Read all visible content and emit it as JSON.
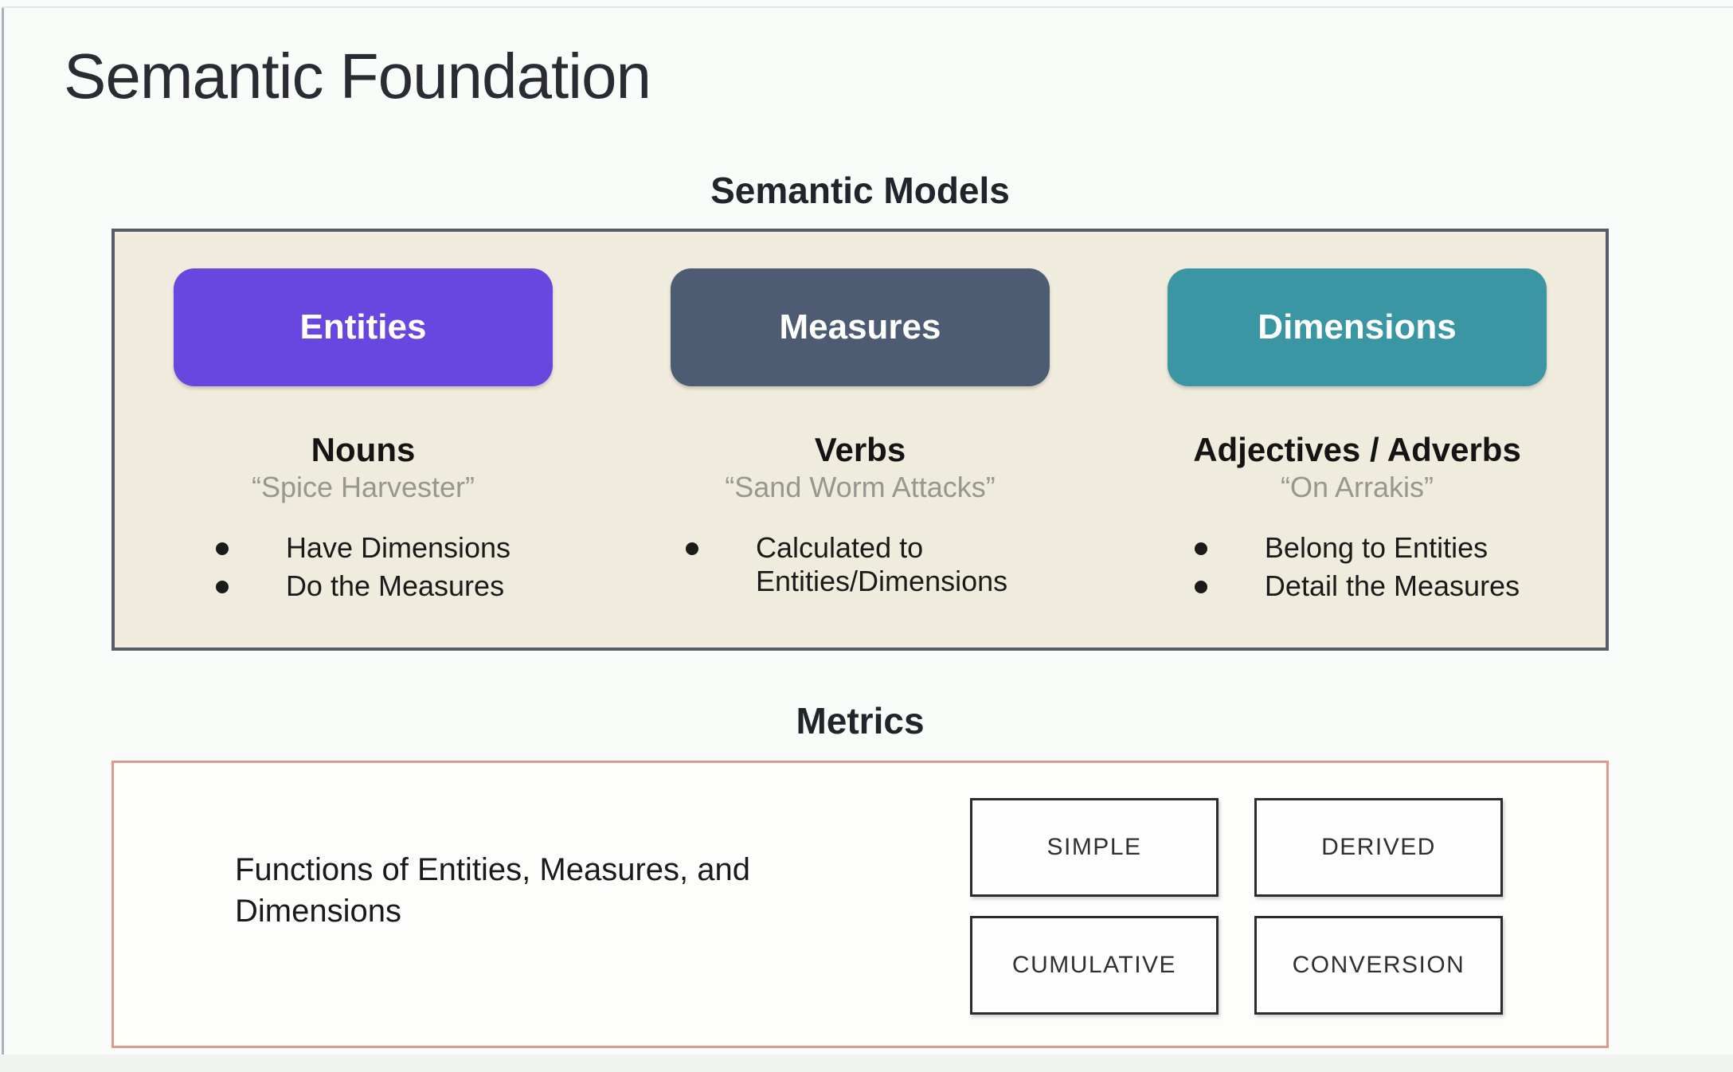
{
  "title": "Semantic Foundation",
  "semantic_models": {
    "heading": "Semantic Models",
    "entities": {
      "label": "Entities",
      "color": "#6847e0",
      "role": "Nouns",
      "example": "“Spice Harvester”",
      "bullet1": "Have Dimensions",
      "bullet2": "Do the Measures"
    },
    "measures": {
      "label": "Measures",
      "color": "#4e5c73",
      "role": "Verbs",
      "example": "“Sand Worm Attacks”",
      "bullet1": "Calculated to Entities/Dimensions"
    },
    "dimensions": {
      "label": "Dimensions",
      "color": "#3b96a4",
      "role": "Adjectives / Adverbs",
      "example": "“On Arrakis”",
      "bullet1": "Belong to Entities",
      "bullet2": "Detail the Measures"
    }
  },
  "metrics": {
    "heading": "Metrics",
    "description": "Functions of Entities, Measures, and Dimensions",
    "tiles": [
      "SIMPLE",
      "DERIVED",
      "CUMULATIVE",
      "CONVERSION"
    ],
    "box_border_color": "#dc9c8a"
  },
  "background_colors": {
    "page": "#fafcfa",
    "models_box": "#efecdd"
  }
}
